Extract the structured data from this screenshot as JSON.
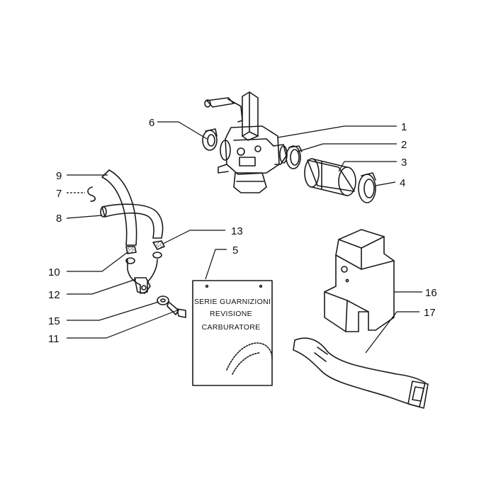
{
  "callouts": {
    "c1": "1",
    "c2": "2",
    "c3": "3",
    "c4": "4",
    "c5": "5",
    "c6": "6",
    "c7": "7",
    "c8": "8",
    "c9": "9",
    "c10": "10",
    "c11": "11",
    "c12": "12",
    "c13": "13",
    "c15": "15",
    "c16": "16",
    "c17": "17"
  },
  "gasket_kit": {
    "line1": "SERIE GUARNIZIONI",
    "line2": "REVISIONE",
    "line3": "CARBURATORE"
  }
}
